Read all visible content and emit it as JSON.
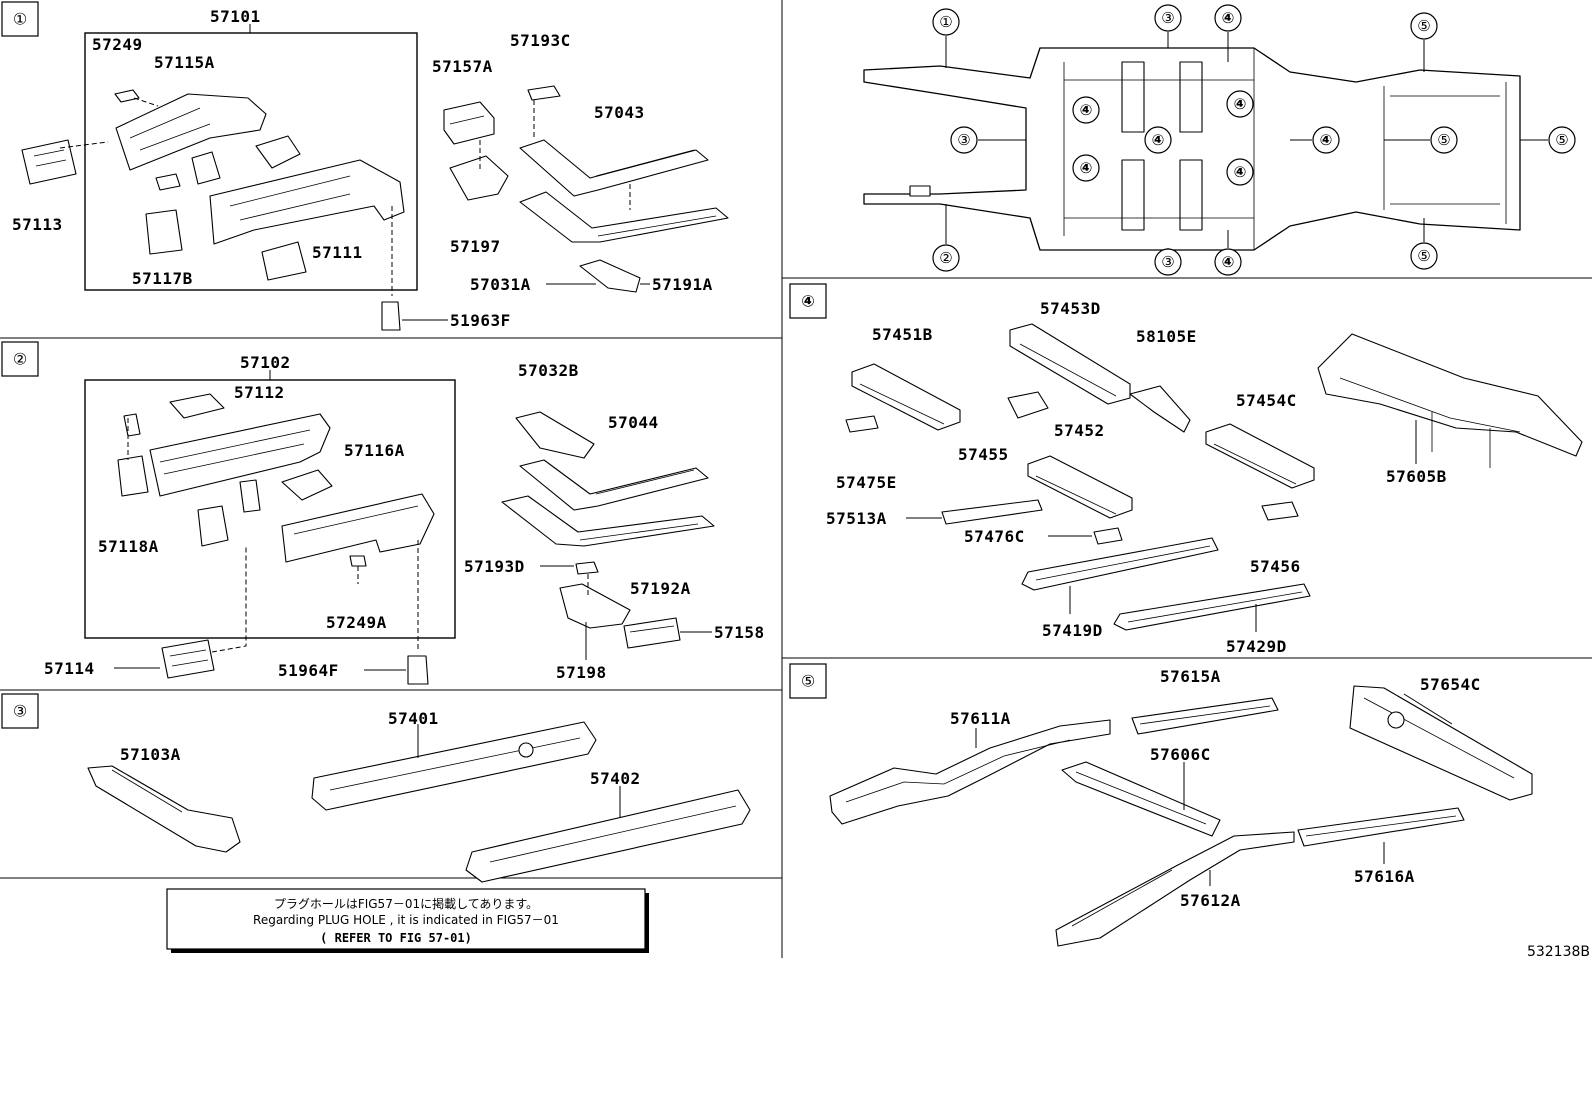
{
  "figure_code": "532138B",
  "note": {
    "line_jp": "プラグホールはFIG57－01に掲載してあります。",
    "line_en": "Regarding PLUG HOLE , it is indicated in FIG57－01",
    "line_ref": "( REFER TO FIG 57-01)"
  },
  "sections": {
    "s1": {
      "marker": "①",
      "assembly": "57101",
      "parts": [
        "57249",
        "57115A",
        "57113",
        "57117B",
        "57111",
        "57157A",
        "57193C",
        "57043",
        "57197",
        "57031A",
        "57191A",
        "51963F"
      ]
    },
    "s2": {
      "marker": "②",
      "assembly": "57102",
      "parts": [
        "57112",
        "57116A",
        "57118A",
        "57249A",
        "57114",
        "51964F",
        "57032B",
        "57044",
        "57193D",
        "57192A",
        "57158",
        "57198"
      ]
    },
    "s3": {
      "marker": "③",
      "parts": [
        "57103A",
        "57401",
        "57402"
      ]
    },
    "s4": {
      "marker": "④",
      "parts": [
        "57451B",
        "57453D",
        "58105E",
        "57475E",
        "57455",
        "57452",
        "57454C",
        "57605B",
        "57513A",
        "57476C",
        "57456",
        "57419D",
        "57429D"
      ]
    },
    "s5": {
      "marker": "⑤",
      "parts": [
        "57611A",
        "57615A",
        "57654C",
        "57606C",
        "57612A",
        "57616A"
      ]
    }
  },
  "frame_overview": {
    "markers": [
      "①",
      "②",
      "③",
      "③",
      "③",
      "④",
      "④",
      "④",
      "④",
      "④",
      "④",
      "④",
      "④",
      "⑤",
      "⑤",
      "⑤",
      "⑤"
    ]
  }
}
